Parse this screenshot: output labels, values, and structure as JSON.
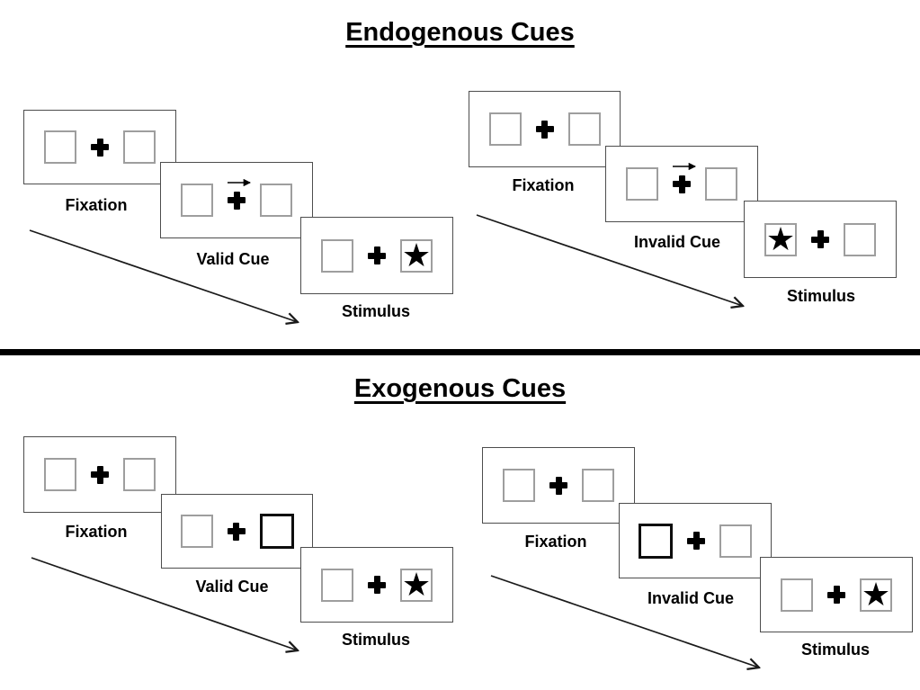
{
  "colors": {
    "background": "#ffffff",
    "ink": "#000000",
    "placeholder_box_border": "#9e9e9e",
    "bold_cue_box_border": "#0d0d0d",
    "panel_border": "#4d4d4d"
  },
  "icons": {
    "star": "★",
    "cue_arrow": "right-arrow",
    "fixation_cross": "plus"
  },
  "sections": {
    "endogenous": {
      "title": "Endogenous Cues",
      "valid": {
        "fixation": "Fixation",
        "cue": "Valid Cue",
        "stimulus": "Stimulus",
        "cue_type": "central-arrow-right",
        "stimulus_side": "right"
      },
      "invalid": {
        "fixation": "Fixation",
        "cue": "Invalid Cue",
        "stimulus": "Stimulus",
        "cue_type": "central-arrow-right",
        "stimulus_side": "left"
      }
    },
    "exogenous": {
      "title": "Exogenous Cues",
      "valid": {
        "fixation": "Fixation",
        "cue": "Valid Cue",
        "stimulus": "Stimulus",
        "cue_type": "bold-box-right",
        "stimulus_side": "right"
      },
      "invalid": {
        "fixation": "Fixation",
        "cue": "Invalid Cue",
        "stimulus": "Stimulus",
        "cue_type": "bold-box-left",
        "stimulus_side": "right"
      }
    }
  }
}
